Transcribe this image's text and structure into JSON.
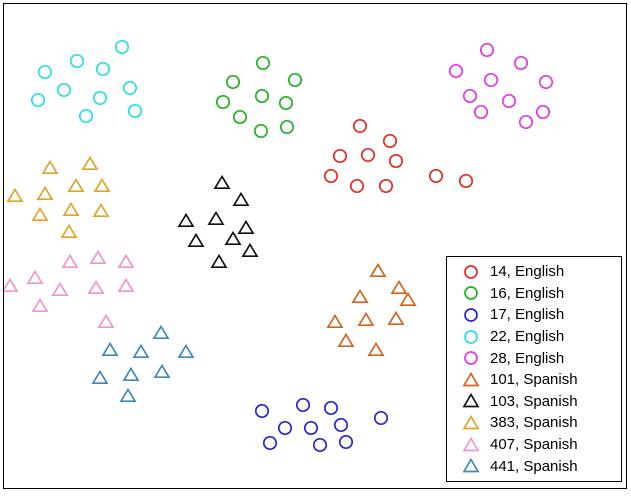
{
  "chart_data": {
    "type": "scatter",
    "title": "",
    "xlabel": "",
    "ylabel": "",
    "axes_ticks_visible": false,
    "frame": true,
    "grid": false,
    "coordinate_units": "pixels_from_top_left_of_image",
    "legend": {
      "position": "lower-right",
      "border": true
    },
    "series": [
      {
        "label": "14, English",
        "language": "English",
        "speaker_id": "14",
        "marker": "circle",
        "color": "#e8291f",
        "points": [
          [
            360,
            126
          ],
          [
            390,
            141
          ],
          [
            340,
            156
          ],
          [
            368,
            155
          ],
          [
            396,
            161
          ],
          [
            331,
            176
          ],
          [
            357,
            186
          ],
          [
            386,
            186
          ],
          [
            436,
            176
          ],
          [
            466,
            181
          ]
        ]
      },
      {
        "label": "16, English",
        "language": "English",
        "speaker_id": "16",
        "marker": "circle",
        "color": "#21b121",
        "points": [
          [
            263,
            63
          ],
          [
            233,
            82
          ],
          [
            295,
            80
          ],
          [
            262,
            96
          ],
          [
            223,
            102
          ],
          [
            286,
            103
          ],
          [
            240,
            117
          ],
          [
            261,
            131
          ],
          [
            287,
            127
          ]
        ]
      },
      {
        "label": "17, English",
        "language": "English",
        "speaker_id": "17",
        "marker": "circle",
        "color": "#2525d8",
        "points": [
          [
            262,
            411
          ],
          [
            303,
            405
          ],
          [
            331,
            408
          ],
          [
            285,
            428
          ],
          [
            311,
            428
          ],
          [
            341,
            425
          ],
          [
            381,
            418
          ],
          [
            270,
            443
          ],
          [
            320,
            445
          ],
          [
            346,
            442
          ]
        ]
      },
      {
        "label": "22, English",
        "language": "English",
        "speaker_id": "22",
        "marker": "circle",
        "color": "#28e0e0",
        "points": [
          [
            122,
            47
          ],
          [
            77,
            61
          ],
          [
            45,
            72
          ],
          [
            103,
            69
          ],
          [
            130,
            88
          ],
          [
            64,
            90
          ],
          [
            100,
            98
          ],
          [
            38,
            100
          ],
          [
            86,
            116
          ],
          [
            135,
            111
          ]
        ]
      },
      {
        "label": "28, English",
        "language": "English",
        "speaker_id": "28",
        "marker": "circle",
        "color": "#e437e4",
        "points": [
          [
            487,
            50
          ],
          [
            521,
            63
          ],
          [
            456,
            71
          ],
          [
            491,
            80
          ],
          [
            546,
            82
          ],
          [
            470,
            96
          ],
          [
            509,
            101
          ],
          [
            481,
            112
          ],
          [
            543,
            112
          ],
          [
            526,
            122
          ]
        ]
      },
      {
        "label": "101, Spanish",
        "language": "Spanish",
        "speaker_id": "101",
        "marker": "triangle",
        "color": "#d2641c",
        "points": [
          [
            378,
            271
          ],
          [
            399,
            288
          ],
          [
            360,
            297
          ],
          [
            408,
            300
          ],
          [
            335,
            322
          ],
          [
            366,
            320
          ],
          [
            396,
            319
          ],
          [
            346,
            341
          ],
          [
            376,
            350
          ]
        ]
      },
      {
        "label": "103, Spanish",
        "language": "Spanish",
        "speaker_id": "103",
        "marker": "triangle",
        "color": "#111111",
        "points": [
          [
            222,
            183
          ],
          [
            241,
            200
          ],
          [
            186,
            221
          ],
          [
            216,
            219
          ],
          [
            246,
            228
          ],
          [
            233,
            239
          ],
          [
            196,
            241
          ],
          [
            219,
            262
          ],
          [
            250,
            251
          ]
        ]
      },
      {
        "label": "383, Spanish",
        "language": "Spanish",
        "speaker_id": "383",
        "marker": "triangle",
        "color": "#dfa428",
        "points": [
          [
            50,
            168
          ],
          [
            90,
            164
          ],
          [
            15,
            196
          ],
          [
            45,
            194
          ],
          [
            76,
            186
          ],
          [
            102,
            186
          ],
          [
            40,
            215
          ],
          [
            71,
            210
          ],
          [
            101,
            211
          ],
          [
            69,
            232
          ]
        ]
      },
      {
        "label": "407, Spanish",
        "language": "Spanish",
        "speaker_id": "407",
        "marker": "triangle",
        "color": "#f295cb",
        "points": [
          [
            70,
            262
          ],
          [
            98,
            258
          ],
          [
            126,
            262
          ],
          [
            35,
            278
          ],
          [
            10,
            286
          ],
          [
            60,
            290
          ],
          [
            96,
            288
          ],
          [
            126,
            286
          ],
          [
            40,
            306
          ],
          [
            106,
            322
          ]
        ]
      },
      {
        "label": "441, Spanish",
        "language": "Spanish",
        "speaker_id": "441",
        "marker": "triangle",
        "color": "#3d89b8",
        "points": [
          [
            161,
            333
          ],
          [
            110,
            350
          ],
          [
            141,
            352
          ],
          [
            186,
            352
          ],
          [
            100,
            378
          ],
          [
            131,
            375
          ],
          [
            162,
            372
          ],
          [
            128,
            396
          ]
        ]
      }
    ]
  }
}
